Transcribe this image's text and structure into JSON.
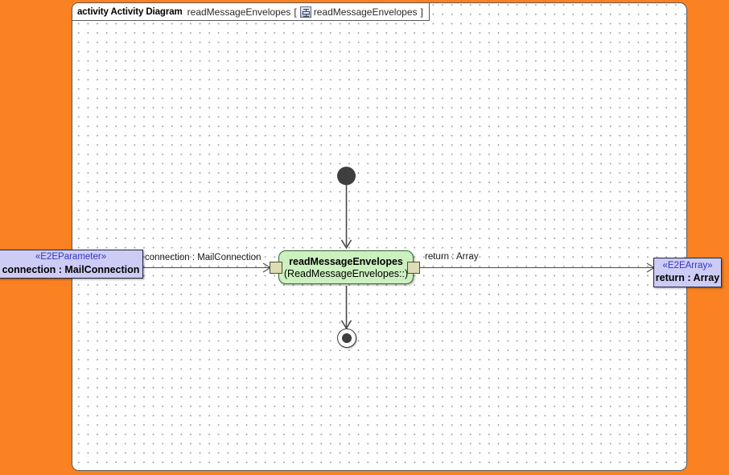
{
  "canvas": {
    "background_color": "#fa8223",
    "frame_background": "#ffffff",
    "grid": "dotted"
  },
  "frame": {
    "kind_label": "activity Activity Diagram",
    "diagram_name": "readMessageEnvelopes",
    "bracket_open": "[",
    "bracket_close": "]",
    "reference_name": "readMessageEnvelopes",
    "icon": "activity-diagram-icon"
  },
  "nodes": {
    "initial": {
      "name": "initial-node",
      "shape": "filled-circle",
      "color": "#3f3f3f"
    },
    "final": {
      "name": "activity-final-node",
      "shape": "circle-with-inner-dot",
      "color": "#3f3f3f"
    },
    "action": {
      "title": "readMessageEnvelopes",
      "subtitle": "(ReadMessageEnvelopes::)",
      "fill_color": "#ccf0bf",
      "border_color": "#2f6a2f"
    },
    "input_pin": {
      "name": "input-pin",
      "fill_color": "#dedcb4"
    },
    "output_pin": {
      "name": "output-pin",
      "fill_color": "#dedcb4"
    },
    "parameter_left": {
      "stereotype": "«E2EParameter»",
      "label": "connection : MailConnection",
      "fill_color": "#ccccf5",
      "stereotype_color": "#3434c0"
    },
    "parameter_right": {
      "stereotype": "«E2EArray»",
      "label": "return : Array",
      "fill_color": "#ccccf5",
      "stereotype_color": "#3434c0"
    }
  },
  "edges": {
    "incoming_parameter": {
      "label": "connection : MailConnection"
    },
    "outgoing_return": {
      "label": "return : Array"
    }
  }
}
